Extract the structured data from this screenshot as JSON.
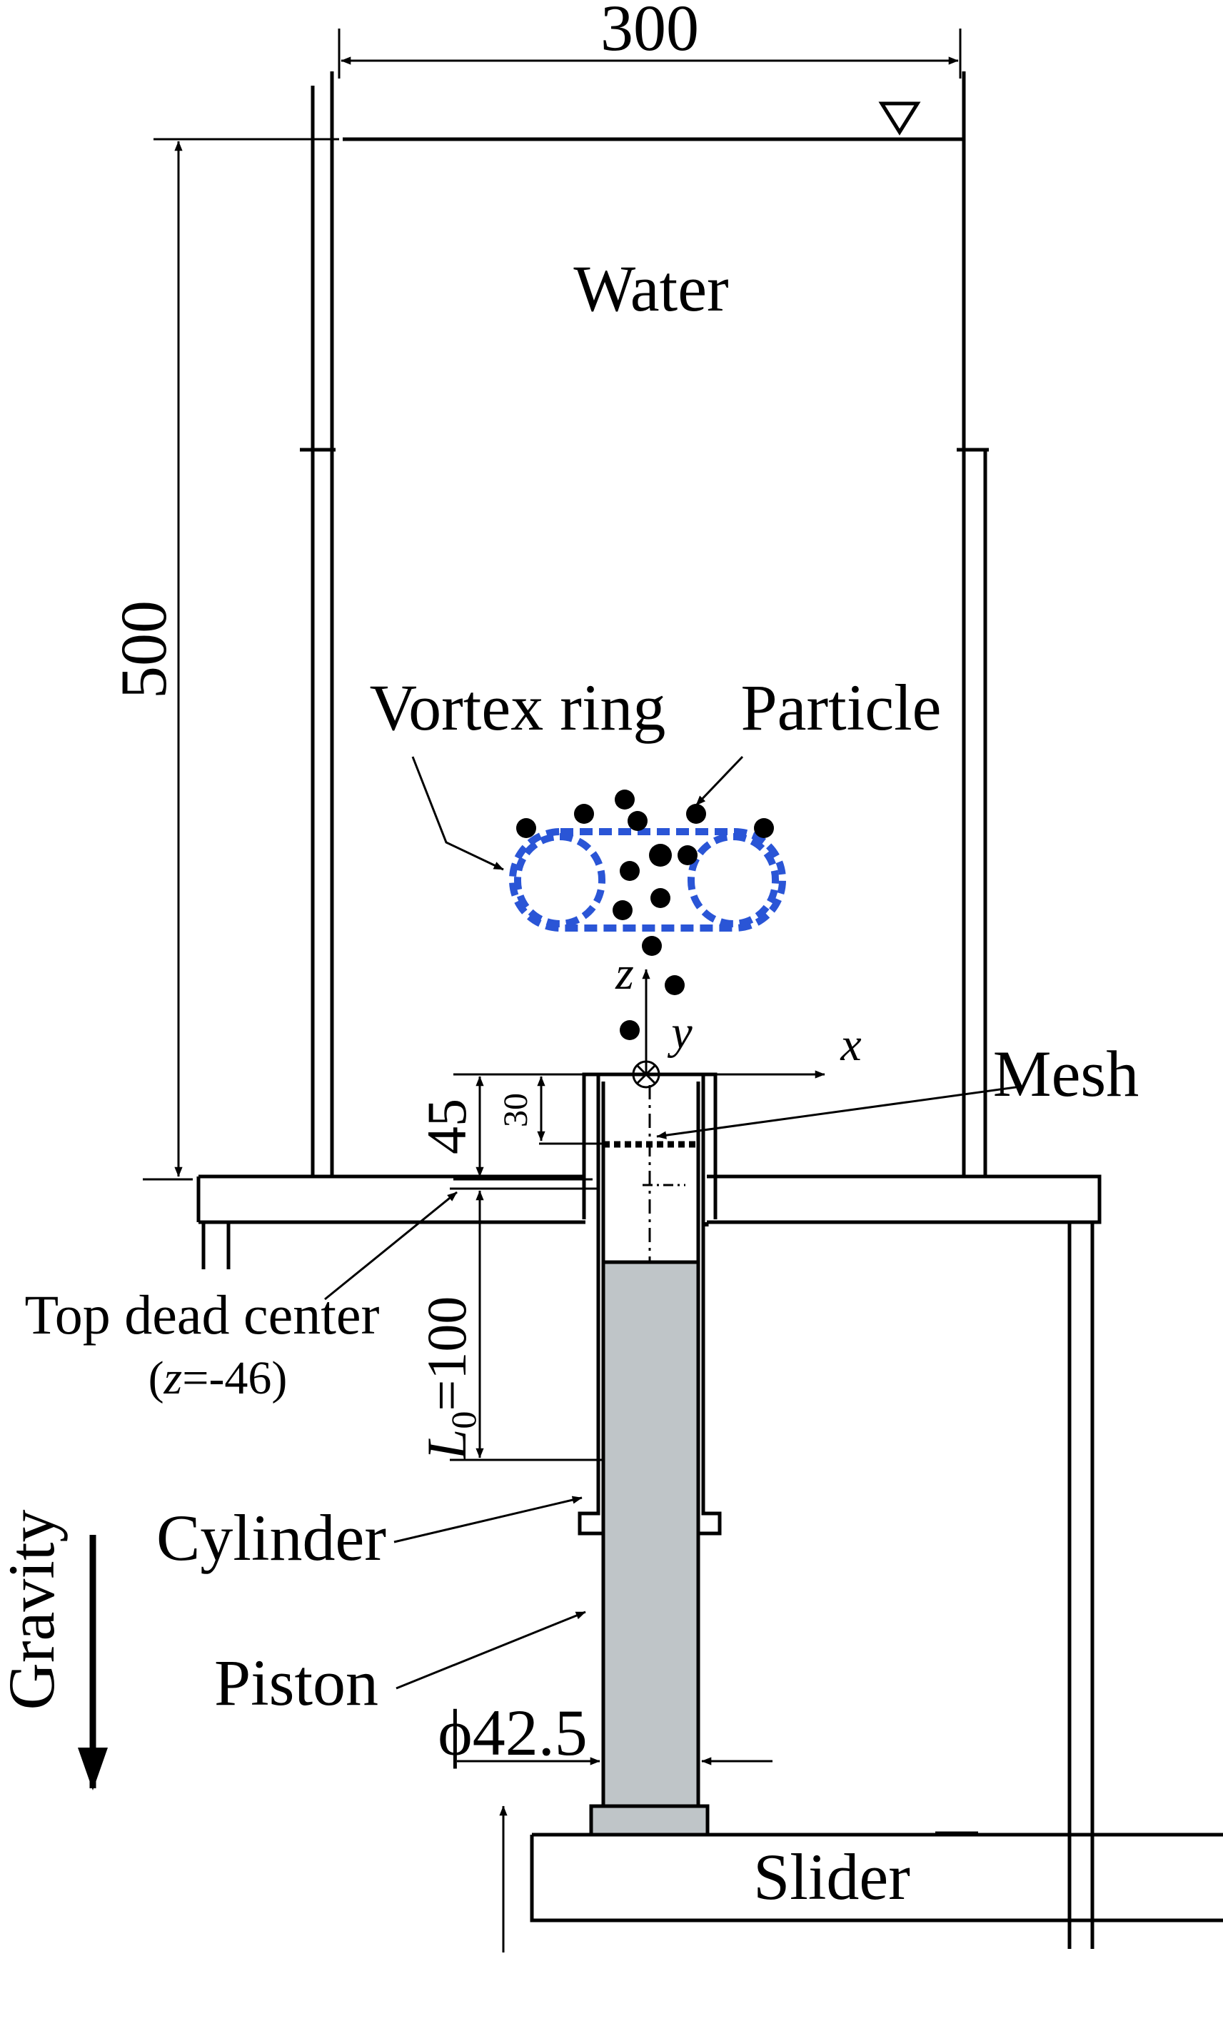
{
  "labels": {
    "width": "300",
    "height": "500",
    "water": "Water",
    "vortex_ring": "Vortex ring",
    "particle": "Particle",
    "axis_z": "z",
    "axis_y": "y",
    "axis_x": "x",
    "mesh": "Mesh",
    "dim_45": "45",
    "dim_30": "30",
    "top_dead_center": "Top dead center",
    "tdc_z": "z",
    "tdc_value": "=-46)",
    "tdc_open": "(",
    "l0_L": "L",
    "l0_sub": "0",
    "l0_value": "=100",
    "cylinder": "Cylinder",
    "gravity": "Gravity",
    "piston": "Piston",
    "diameter": "ϕ42.5",
    "slider": "Slider"
  },
  "colors": {
    "line": "#000000",
    "vortex": "#2a55d6",
    "piston": "#bfc5c8",
    "particle": "#000000"
  }
}
